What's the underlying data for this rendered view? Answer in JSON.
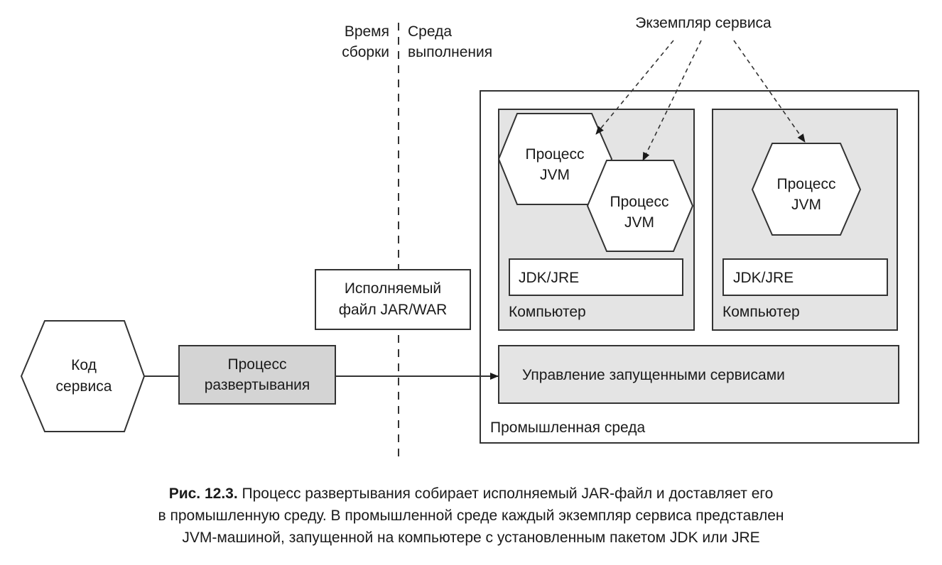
{
  "diagram": {
    "build_time_label": [
      "Время",
      "сборки"
    ],
    "runtime_label": [
      "Среда",
      "выполнения"
    ],
    "service_instance_label": "Экземпляр сервиса",
    "service_code": [
      "Код",
      "сервиса"
    ],
    "deployment_process": [
      "Процесс",
      "развертывания"
    ],
    "artifact": [
      "Исполняемый",
      "файл JAR/WAR"
    ],
    "production_env_label": "Промышленная среда",
    "management_label": "Управление запущенными сервисами",
    "computers": [
      {
        "label": "Компьютер",
        "jdk_label": "JDK/JRE",
        "processes": [
          [
            "Процесс",
            "JVM"
          ],
          [
            "Процесс",
            "JVM"
          ]
        ]
      },
      {
        "label": "Компьютер",
        "jdk_label": "JDK/JRE",
        "processes": [
          [
            "Процесс",
            "JVM"
          ]
        ]
      }
    ]
  },
  "caption": {
    "label": "Рис. 12.3.",
    "line1": "Процесс развертывания собирает исполняемый JAR-файл и доставляет его",
    "line2": "в промышленную среду. В промышленной среде каждый экземпляр сервиса представлен",
    "line3": "JVM-машиной, запущенной на компьютере с установленным пакетом JDK или JRE"
  },
  "colors": {
    "shaded_fill": "#e4e4e4",
    "deploy_fill": "#d4d4d4",
    "stroke": "#333333"
  }
}
